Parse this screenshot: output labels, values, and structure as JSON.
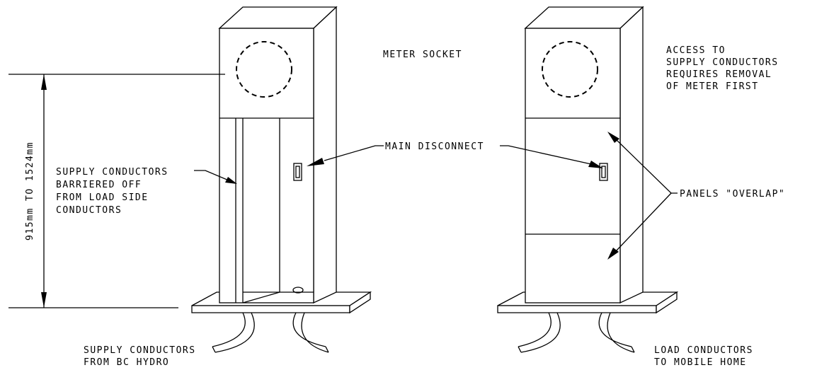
{
  "labels": {
    "meter_socket": "METER SOCKET",
    "supply_barrier": [
      "SUPPLY CONDUCTORS",
      "BARRIERED OFF",
      "FROM LOAD SIDE",
      "CONDUCTORS"
    ],
    "dimension": "915mm TO 1524mm",
    "main_disconnect": "MAIN DISCONNECT",
    "access_note": [
      "ACCESS TO",
      "SUPPLY CONDUCTORS",
      "REQUIRES REMOVAL",
      "OF METER FIRST"
    ],
    "panels_overlap": "PANELS \"OVERLAP\"",
    "supply_from": [
      "SUPPLY CONDUCTORS",
      "FROM BC HYDRO"
    ],
    "load_to": [
      "LOAD CONDUCTORS",
      "TO MOBILE HOME"
    ]
  }
}
